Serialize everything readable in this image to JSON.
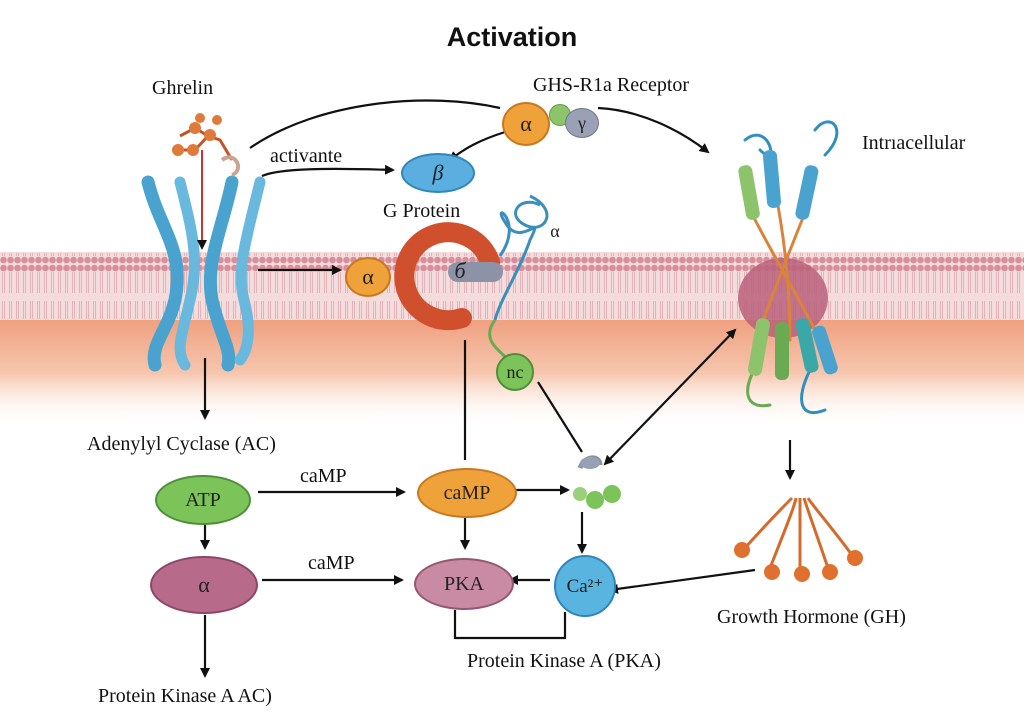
{
  "title": "Activation",
  "labels": {
    "ghrelin": "Ghrelin",
    "receptor": "GHS-R1a Receptor",
    "intracellular": "Intrıacellular",
    "activante": "activante",
    "g_protein": "G Protein",
    "adenylyl_cyclase": "Adenylyl Cyclase (AC)",
    "camp_arrow_top": "caMP",
    "camp_arrow_bottom": "caMP",
    "growth_hormone": "Growth Hormone (GH)",
    "pka_full": "Protein Kinase A (PKA)",
    "pka_ac": "Protein Kinase A AC)"
  },
  "nodes": {
    "alpha_top": "α",
    "gamma_top": "γ",
    "beta_top": "β",
    "alpha_membrane": "α",
    "beta_membrane": "б",
    "alpha_loop": "α",
    "nc": "nc",
    "atp": "ATP",
    "camp": "caMP",
    "alpha_lower": "α",
    "pka": "PKA",
    "ca": "Ca²⁺"
  },
  "colors": {
    "membrane_head": "#d99aa3",
    "membrane_tail": "#e8c3c6",
    "cytoplasm": "#f3c2a8",
    "receptor_blue": "#4aa3cf",
    "alpha_orange": "#f0a23a",
    "beta_blue": "#5aaee0",
    "gamma_grey": "#8a93a8",
    "green_node": "#7cc35a",
    "pink_node": "#b86a8a",
    "pka_node": "#c98aa3",
    "ca_node": "#5ab4e0",
    "ghrelin_orange": "#e07a3a",
    "arrow": "#111111"
  }
}
